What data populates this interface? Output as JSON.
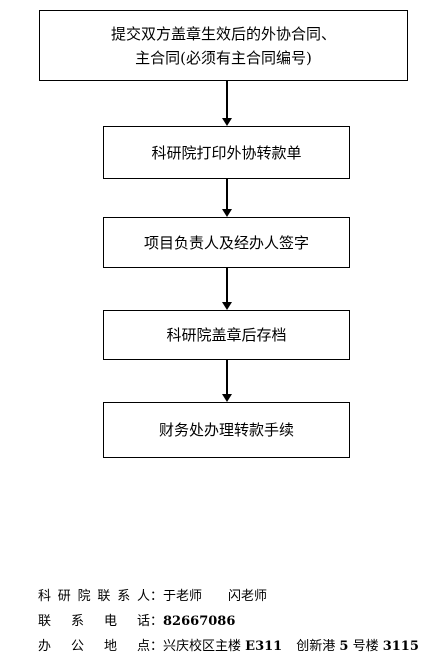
{
  "flowchart": {
    "steps": [
      {
        "lines": [
          "提交双方盖章生效后的外协合同、",
          "主合同(必须有主合同编号)"
        ]
      },
      {
        "lines": [
          "科研院打印外协转款单"
        ]
      },
      {
        "lines": [
          "项目负责人及经办人签字"
        ]
      },
      {
        "lines": [
          "科研院盖章后存档"
        ]
      },
      {
        "lines": [
          "财务处办理转款手续"
        ]
      }
    ]
  },
  "contacts": {
    "person_label": "科研院联系人",
    "person_value": "于老师",
    "person_value_2": "闪老师",
    "phone_label": "联系电话",
    "phone_value": "82667086",
    "address_label": "办公地点",
    "address_prefix_1": "兴庆校区主楼",
    "address_code_1": "E311",
    "address_prefix_2": "创新港",
    "address_num_2": "5",
    "address_mid_2": "号楼",
    "address_code_2": "3115"
  }
}
